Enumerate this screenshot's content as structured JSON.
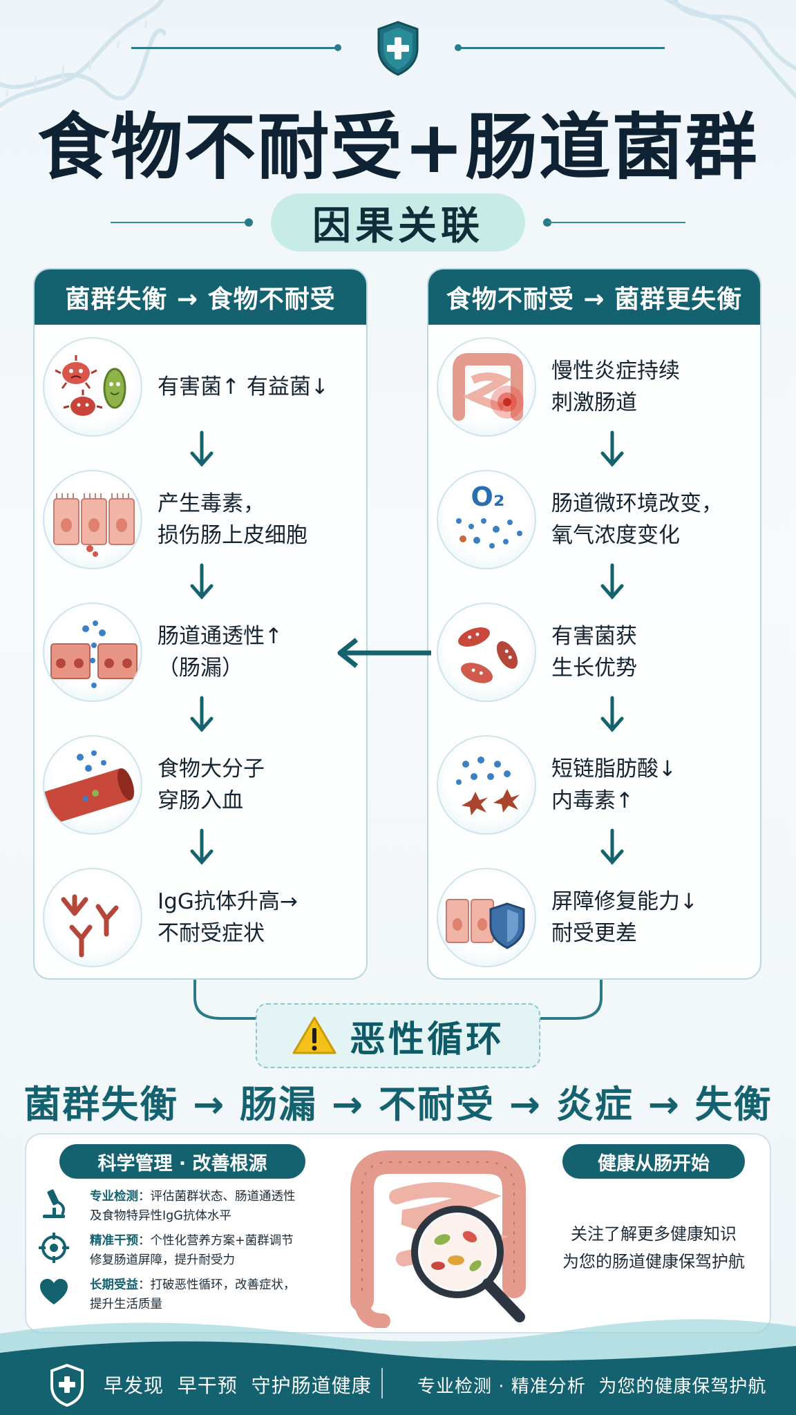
{
  "header": {
    "title": "食物不耐受+肠道菌群",
    "subtitle": "因果关联"
  },
  "left_column": {
    "heading": "菌群失衡 → 食物不耐受",
    "steps": [
      {
        "line1": "有害菌↑ 有益菌↓",
        "line2": "",
        "icon": "bacteria-icon"
      },
      {
        "line1": "产生毒素，",
        "line2": "损伤肠上皮细胞",
        "icon": "epithelial-cells-icon"
      },
      {
        "line1": "肠道通透性↑",
        "line2": "（肠漏）",
        "icon": "leaky-gut-icon"
      },
      {
        "line1": "食物大分子",
        "line2": "穿肠入血",
        "icon": "blood-vessel-icon"
      },
      {
        "line1": "IgG抗体升高→",
        "line2": "不耐受症状",
        "icon": "antibody-icon"
      }
    ]
  },
  "right_column": {
    "heading": "食物不耐受 → 菌群更失衡",
    "steps": [
      {
        "line1": "慢性炎症持续",
        "line2": "刺激肠道",
        "icon": "inflamed-intestine-icon"
      },
      {
        "line1": "肠道微环境改变，",
        "line2": "氧气浓度变化",
        "icon": "oxygen-icon",
        "glyph": "O₂"
      },
      {
        "line1": "有害菌获",
        "line2": "生长优势",
        "icon": "harmful-bacteria-icon"
      },
      {
        "line1": "短链脂肪酸↓",
        "line2": "内毒素↑",
        "icon": "molecules-icon"
      },
      {
        "line1": "屏障修复能力↓",
        "line2": "耐受更差",
        "icon": "barrier-shield-icon"
      }
    ]
  },
  "vicious_cycle": {
    "title": "恶性循环",
    "icon": "warning-icon",
    "chain": [
      "菌群失衡",
      "肠漏",
      "不耐受",
      "炎症",
      "失衡"
    ],
    "arrow": "→"
  },
  "management": {
    "heading": "科学管理 · 改善根源",
    "items": [
      {
        "label": "专业检测",
        "sep": "：",
        "text": "评估菌群状态、肠道通透性",
        "text2": "及食物特异性IgG抗体水平",
        "icon": "microscope-icon"
      },
      {
        "label": "精准干预",
        "sep": "：",
        "text": "个性化营养方案+菌群调节",
        "text2": "修复肠道屏障，提升耐受力",
        "icon": "target-icon"
      },
      {
        "label": "长期受益",
        "sep": "：",
        "text": "打破恶性循环，改善症状，",
        "text2": "提升生活质量",
        "icon": "heart-icon"
      }
    ]
  },
  "health": {
    "heading": "健康从肠开始",
    "line1": "关注了解更多健康知识",
    "line2": "为您的肠道健康保驾护航"
  },
  "footer": {
    "left": "早发现  早干预  守护肠道健康",
    "right": "专业检测 · 精准分析  为您的健康保驾护航",
    "icon": "shield-cross-icon"
  },
  "colors": {
    "brand": "#14626f",
    "title": "#0f2233",
    "pill": "#c7ebe7",
    "warning": "#f2c21b"
  }
}
